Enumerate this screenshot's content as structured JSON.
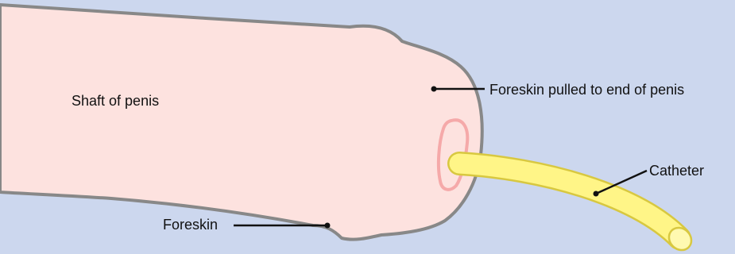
{
  "labels": {
    "shaft": "Shaft of penis",
    "foreskin_pulled": "Foreskin pulled to end of penis",
    "catheter": "Catheter",
    "foreskin": "Foreskin"
  },
  "colors": {
    "background": "#ccd7ee",
    "skin": "#fde2df",
    "skin_outline": "#888888",
    "opening": "#f5a9a9",
    "catheter": "#fff587",
    "catheter_outline": "#d8c840",
    "leader": "#111111"
  }
}
